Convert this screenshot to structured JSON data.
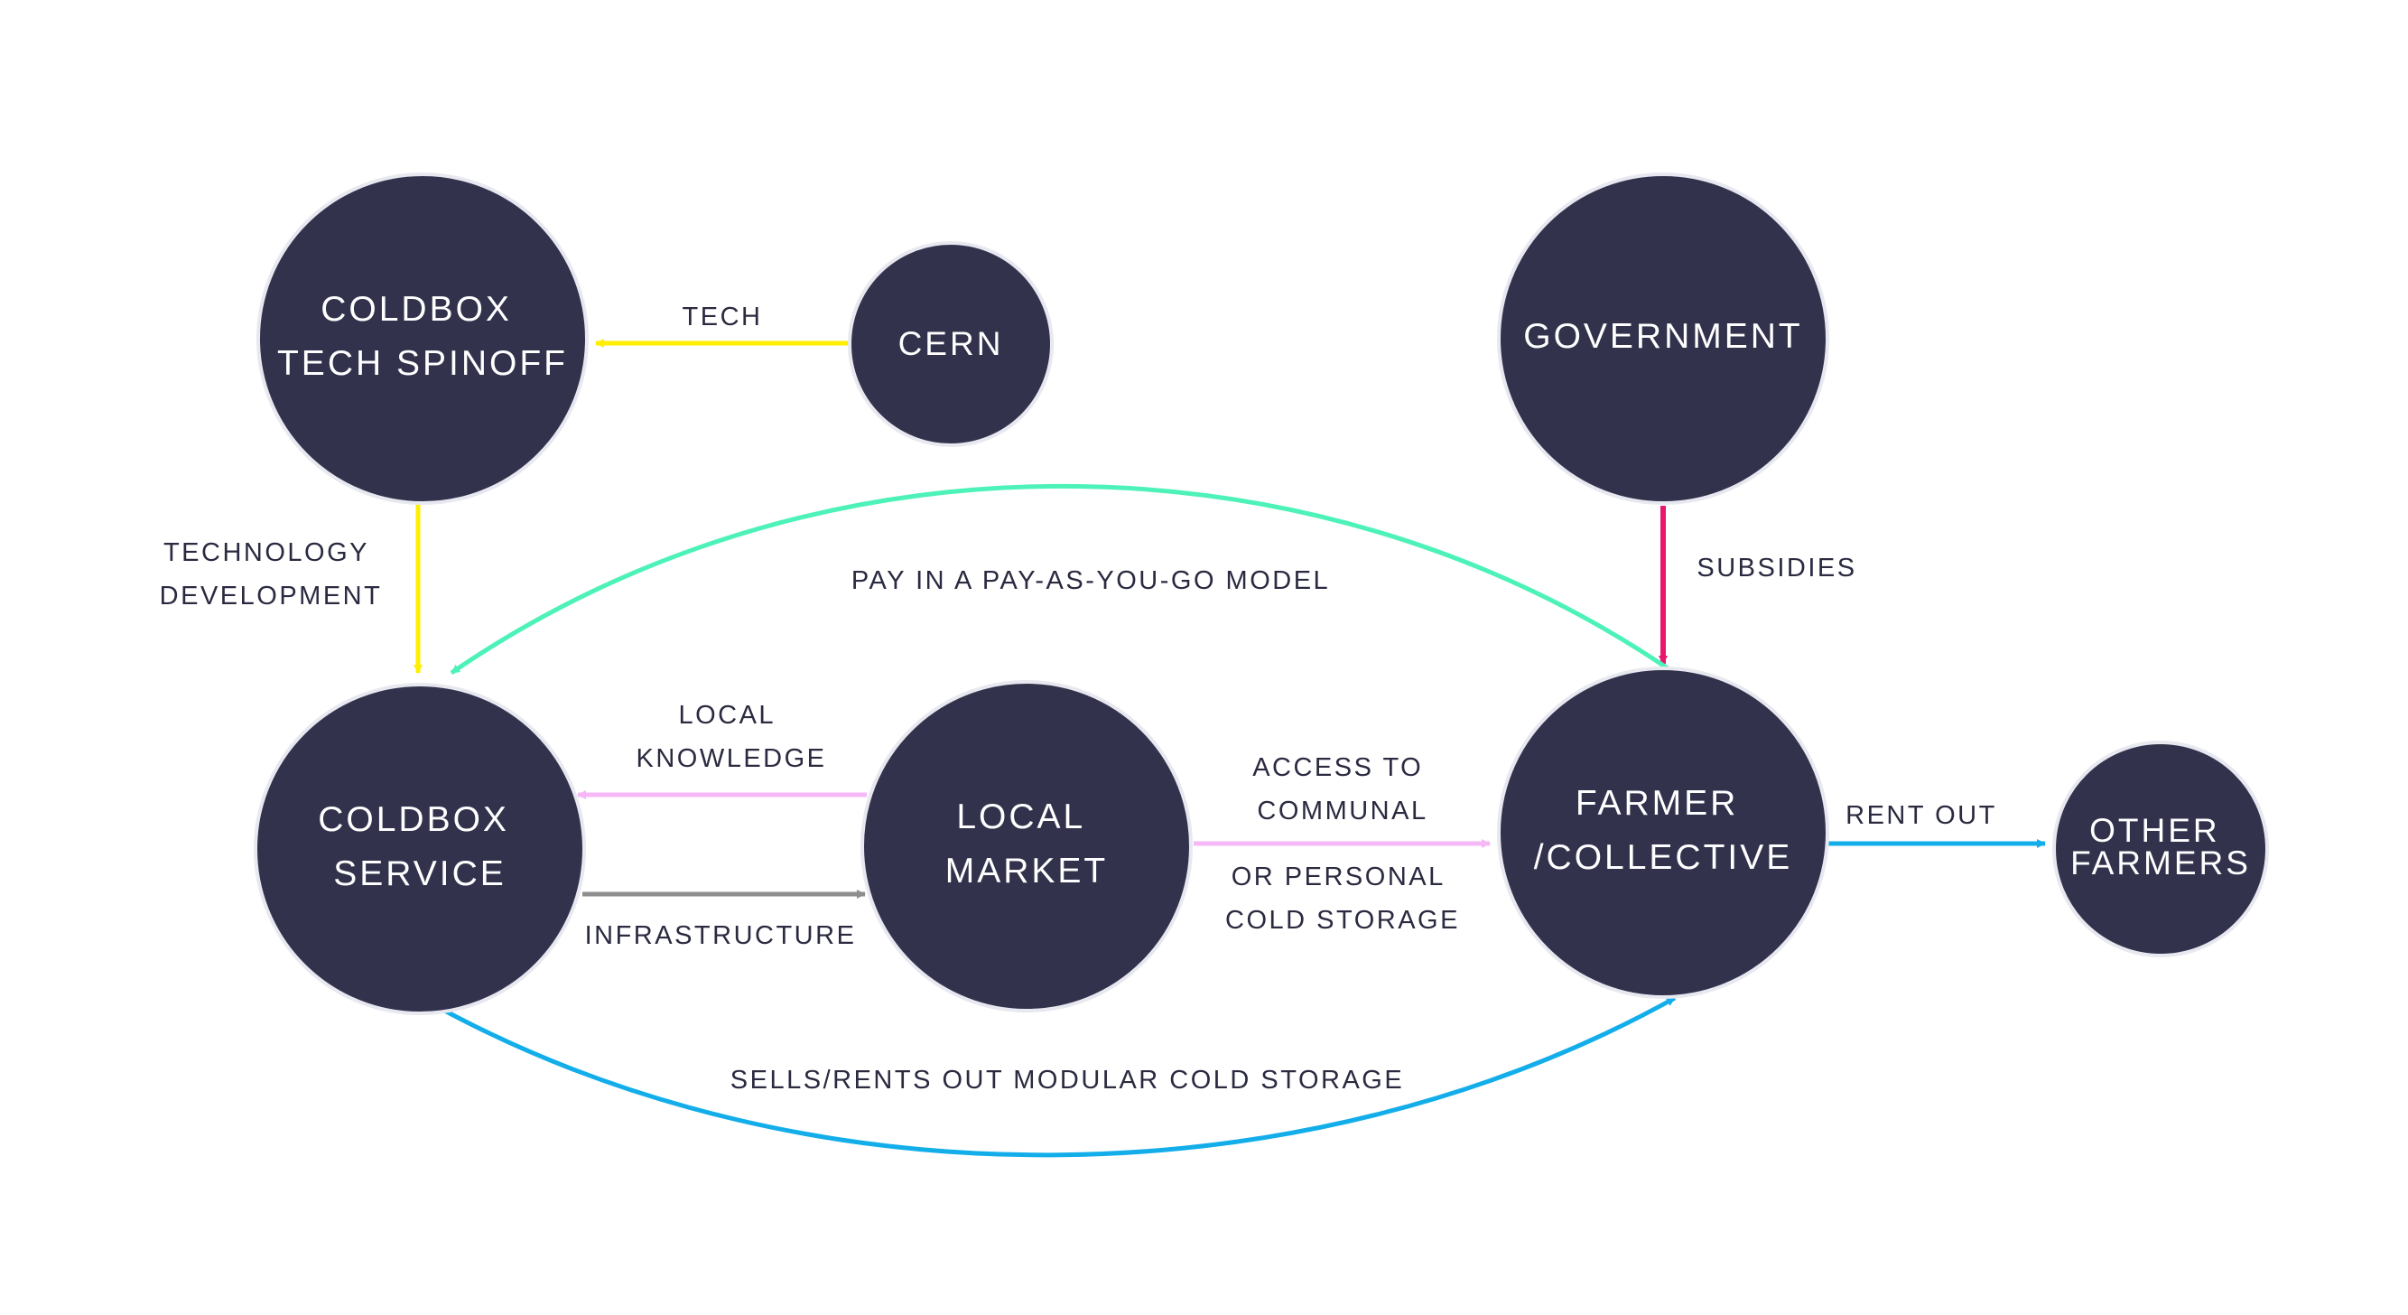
{
  "nodes": {
    "coldbox_tech_spinoff": [
      "COLDBOX",
      "TECH SPINOFF"
    ],
    "cern": [
      "CERN"
    ],
    "government": [
      "GOVERNMENT"
    ],
    "coldbox_service": [
      "COLDBOX",
      "SERVICE"
    ],
    "local_market": [
      "LOCAL",
      "MARKET"
    ],
    "farmer_collective": [
      "FARMER",
      "/COLLECTIVE"
    ],
    "other_farmers": [
      "OTHER",
      "FARMERS"
    ]
  },
  "edges": {
    "tech": [
      "TECH"
    ],
    "technology_development": [
      "TECHNOLOGY",
      "DEVELOPMENT"
    ],
    "subsidies": [
      "SUBSIDIES"
    ],
    "pay_as_you_go": [
      "PAY IN A PAY-AS-YOU-GO MODEL"
    ],
    "local_knowledge": [
      "LOCAL",
      "KNOWLEDGE"
    ],
    "infrastructure": [
      "INFRASTRUCTURE"
    ],
    "access_storage_top": [
      "ACCESS TO",
      "COMMUNAL"
    ],
    "access_storage_bottom": [
      "OR PERSONAL",
      "COLD STORAGE"
    ],
    "rent_out": [
      "RENT OUT"
    ],
    "sells_rents": [
      "SELLS/RENTS OUT MODULAR COLD STORAGE"
    ]
  },
  "colors": {
    "node_fill": "#32324d",
    "tech_arrow": "#ffee00",
    "subsidies_arrow": "#e8176b",
    "payment_arrow": "#4df2b8",
    "knowledge_arrow": "#f6b8f6",
    "infrastructure_arrow": "#8e8e8e",
    "sales_arrow": "#13aeea"
  }
}
